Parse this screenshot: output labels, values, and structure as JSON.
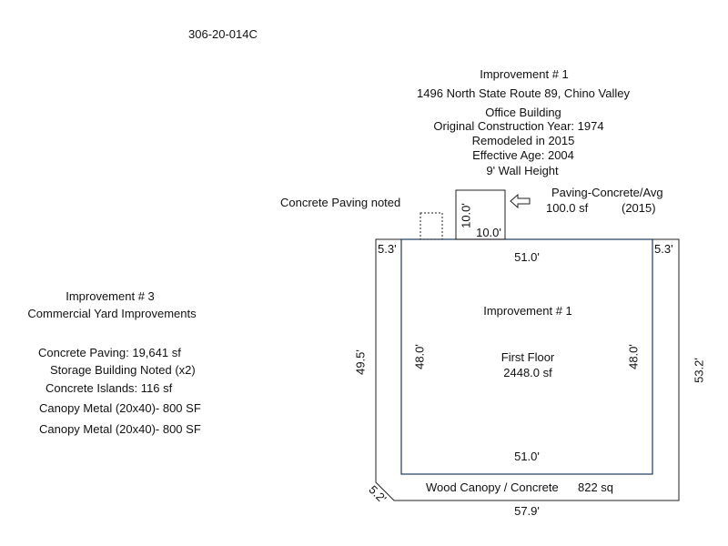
{
  "parcel_id": "306-20-014C",
  "improvement1": {
    "heading": "Improvement # 1",
    "address": "1496 North State Route 89, Chino Valley",
    "details": [
      "Office Building",
      "Original Construction Year: 1974",
      "Remodeled in 2015",
      "Effective Age: 2004",
      "9' Wall Height"
    ]
  },
  "paving_note": {
    "label": "Concrete Paving noted"
  },
  "small_slab": {
    "title": "Paving-Concrete/Avg",
    "area": "100.0 sf",
    "year": "(2015)",
    "dim_side": "10.0'",
    "dim_bottom": "10.0'"
  },
  "outer": {
    "dim_left": "49.5'",
    "dim_right": "53.2'",
    "dim_bottom": "57.9'",
    "dim_corner_left": "5.3'",
    "dim_corner_right": "5.3'",
    "dim_diag": "5.2'",
    "canopy_label": "Wood Canopy / Concrete",
    "canopy_area": "822 sq"
  },
  "inner": {
    "dim_top": "51.0'",
    "dim_bottom": "51.0'",
    "dim_left": "48.0'",
    "dim_right": "48.0'",
    "label": "Improvement # 1",
    "floor": "First Floor",
    "area": "2448.0 sf"
  },
  "improvement3": {
    "heading": "Improvement # 3",
    "subtitle": "Commercial Yard Improvements",
    "items": [
      "Concrete Paving: 19,641 sf",
      "Storage Building Noted (x2)",
      "Concrete Islands: 116 sf",
      "Canopy Metal (20x40)- 800 SF",
      "Canopy Metal (20x40)- 800 SF"
    ]
  }
}
